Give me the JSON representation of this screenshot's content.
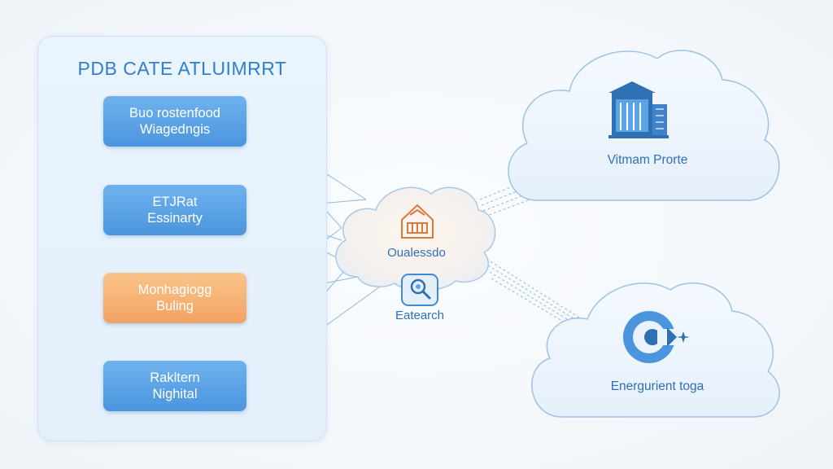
{
  "panel": {
    "title": "PDB CATE ATLUIMRRT",
    "steps": [
      {
        "line1": "Buo rostenfood",
        "line2": "Wiagedngis",
        "style": "blue"
      },
      {
        "line1": "ETJRat",
        "line2": "Essinarty",
        "style": "blue"
      },
      {
        "line1": "Monhagiogg",
        "line2": "Buling",
        "style": "orange"
      },
      {
        "line1": "Rakltern",
        "line2": "Nighital",
        "style": "blue"
      }
    ]
  },
  "hub": {
    "label": "Oualessdo",
    "icon": "warehouse-icon"
  },
  "search": {
    "label": "Eatearch",
    "icon": "search-document-icon"
  },
  "clouds": [
    {
      "label": "Vitmam Prorte",
      "icon": "building-icon"
    },
    {
      "label": "Energurient toga",
      "icon": "rotating-arrow-icon"
    }
  ],
  "colors": {
    "accent": "#2f7fd0",
    "step_blue": "#5aa3e6",
    "step_orange": "#f4ab6b",
    "cloud_stroke": "#9cc3e6",
    "icon_orange": "#d9793a"
  }
}
